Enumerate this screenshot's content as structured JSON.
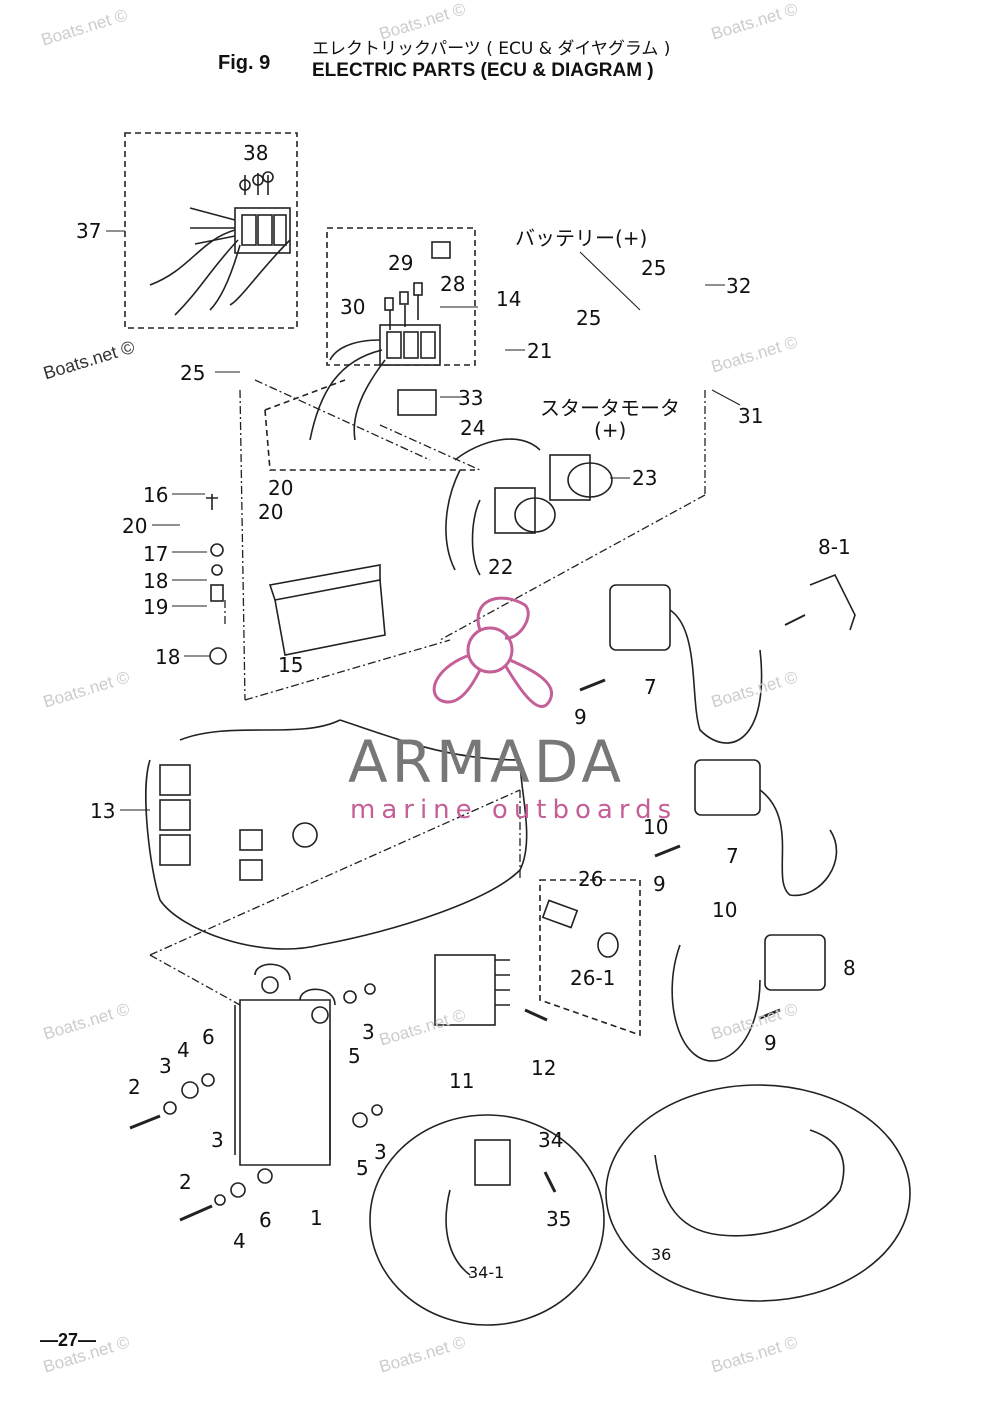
{
  "header": {
    "fig": "Fig. 9",
    "title_jp": "エレクトリックパーツ ( ECU & ダイヤグラム )",
    "title_en": "ELECTRIC PARTS (ECU & DIAGRAM )"
  },
  "labels": {
    "l38": "38",
    "l37": "37",
    "l29": "29",
    "l28": "28",
    "l30": "30",
    "l14": "14",
    "battery": "バッテリー(+)",
    "l25a": "25",
    "l32": "32",
    "l25b": "25",
    "l21": "21",
    "l25c": "25",
    "l33": "33",
    "starter": "スタータモータ",
    "starter_plus": "(+)",
    "l31": "31",
    "l24": "24",
    "l23": "23",
    "l16": "16",
    "l20a": "20",
    "l20b": "20",
    "l20c": "20",
    "l17": "17",
    "l22": "22",
    "l18a": "18",
    "l19": "19",
    "l81": "8-1",
    "l15": "15",
    "l18b": "18",
    "l7a": "7",
    "l9a": "9",
    "l13": "13",
    "l10a": "10",
    "l7b": "7",
    "l9b": "9",
    "l26": "26",
    "l10b": "10",
    "l261": "26-1",
    "l8": "8",
    "l6a": "6",
    "l4a": "4",
    "l3a": "3",
    "l3b": "3",
    "l5a": "5",
    "l2a": "2",
    "l12": "12",
    "l11": "11",
    "l9c": "9",
    "l3c": "3",
    "l3d": "3",
    "l5b": "5",
    "l34": "34",
    "l2b": "2",
    "l6b": "6",
    "l1": "1",
    "l4b": "4",
    "l35": "35",
    "l36": "36",
    "l341": "34-1"
  },
  "logo": {
    "name": "ARMADA",
    "sub": "marine outboards",
    "color": "#c55f97"
  },
  "watermark": "Boats.net ©",
  "page_number": "—27—"
}
